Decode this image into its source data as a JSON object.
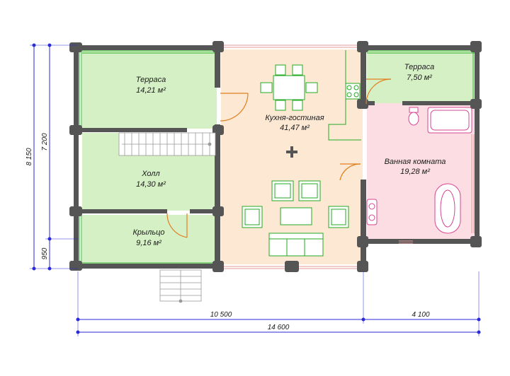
{
  "rooms": {
    "terrace_left": {
      "name": "Терраса",
      "area": "14,21 м²",
      "color": "#d6f0c6"
    },
    "kitchen": {
      "name": "Кухня-гостиная",
      "area": "41,47 м²",
      "color": "#fde8d4"
    },
    "terrace_right": {
      "name": "Терраса",
      "area": "7,50 м²",
      "color": "#d6f0c6"
    },
    "hall": {
      "name": "Холл",
      "area": "14,30 м²",
      "color": "#d6f0c6"
    },
    "bathroom": {
      "name": "Ванная комната",
      "area": "19,28 м²",
      "color": "#fbdde3"
    },
    "porch": {
      "name": "Крыльцо",
      "area": "9,16 м²",
      "color": "#d6f0c6"
    }
  },
  "dimensions": {
    "left_outer": "8 150",
    "left_inner": "7 200",
    "left_bottom": "950",
    "bottom_left": "10 500",
    "bottom_right": "4 100",
    "bottom_total": "14 600"
  },
  "colors": {
    "wall": "#555555",
    "furniture": "#22aa22",
    "dimension": "#2a2ad8",
    "door": "#e08020"
  }
}
